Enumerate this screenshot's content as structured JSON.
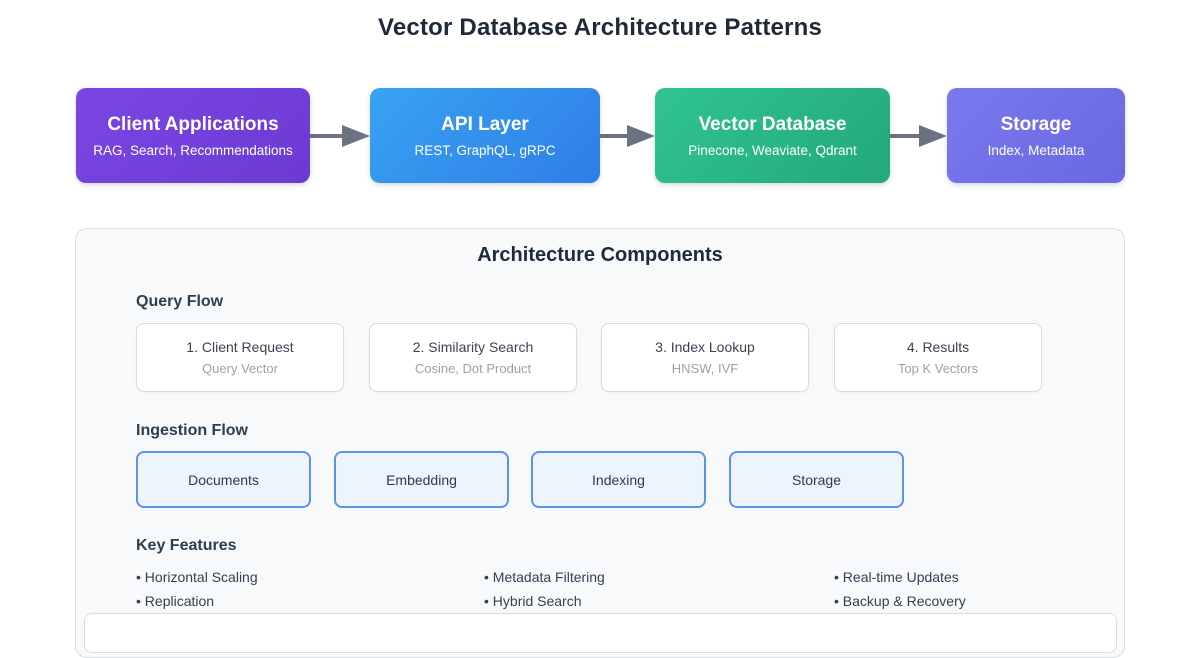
{
  "page": {
    "title": "Vector Database Architecture Patterns",
    "title_color": "#1e2a3a",
    "background": "#ffffff"
  },
  "flow": {
    "arrow_color": "#6b7280",
    "nodes": [
      {
        "title": "Client Applications",
        "subtitle": "RAG, Search, Recommendations",
        "color_start": "#7a46e4",
        "color_end": "#6c3ad2"
      },
      {
        "title": "API Layer",
        "subtitle": "REST, GraphQL, gRPC",
        "color_start": "#38a3f1",
        "color_end": "#2f7de8"
      },
      {
        "title": "Vector Database",
        "subtitle": "Pinecone, Weaviate, Qdrant",
        "color_start": "#30c492",
        "color_end": "#23a87a"
      },
      {
        "title": "Storage",
        "subtitle": "Index, Metadata",
        "color_start": "#7b79ee",
        "color_end": "#6967e2"
      }
    ]
  },
  "components": {
    "title": "Architecture Components",
    "panel_background": "#f8f9fb",
    "query_flow": {
      "label": "Query Flow",
      "steps": [
        {
          "title": "1. Client Request",
          "subtitle": "Query Vector"
        },
        {
          "title": "2. Similarity Search",
          "subtitle": "Cosine, Dot Product"
        },
        {
          "title": "3. Index Lookup",
          "subtitle": "HNSW, IVF"
        },
        {
          "title": "4. Results",
          "subtitle": "Top K Vectors"
        }
      ]
    },
    "ingestion_flow": {
      "label": "Ingestion Flow",
      "box_border_color": "#5b94e4",
      "box_background": "#edf4fd",
      "steps": [
        {
          "label": "Documents"
        },
        {
          "label": "Embedding"
        },
        {
          "label": "Indexing"
        },
        {
          "label": "Storage"
        }
      ]
    },
    "key_features": {
      "label": "Key Features",
      "columns": [
        [
          "• Horizontal Scaling",
          "• Replication"
        ],
        [
          "• Metadata Filtering",
          "• Hybrid Search"
        ],
        [
          "• Real-time Updates",
          "• Backup & Recovery"
        ]
      ]
    }
  }
}
